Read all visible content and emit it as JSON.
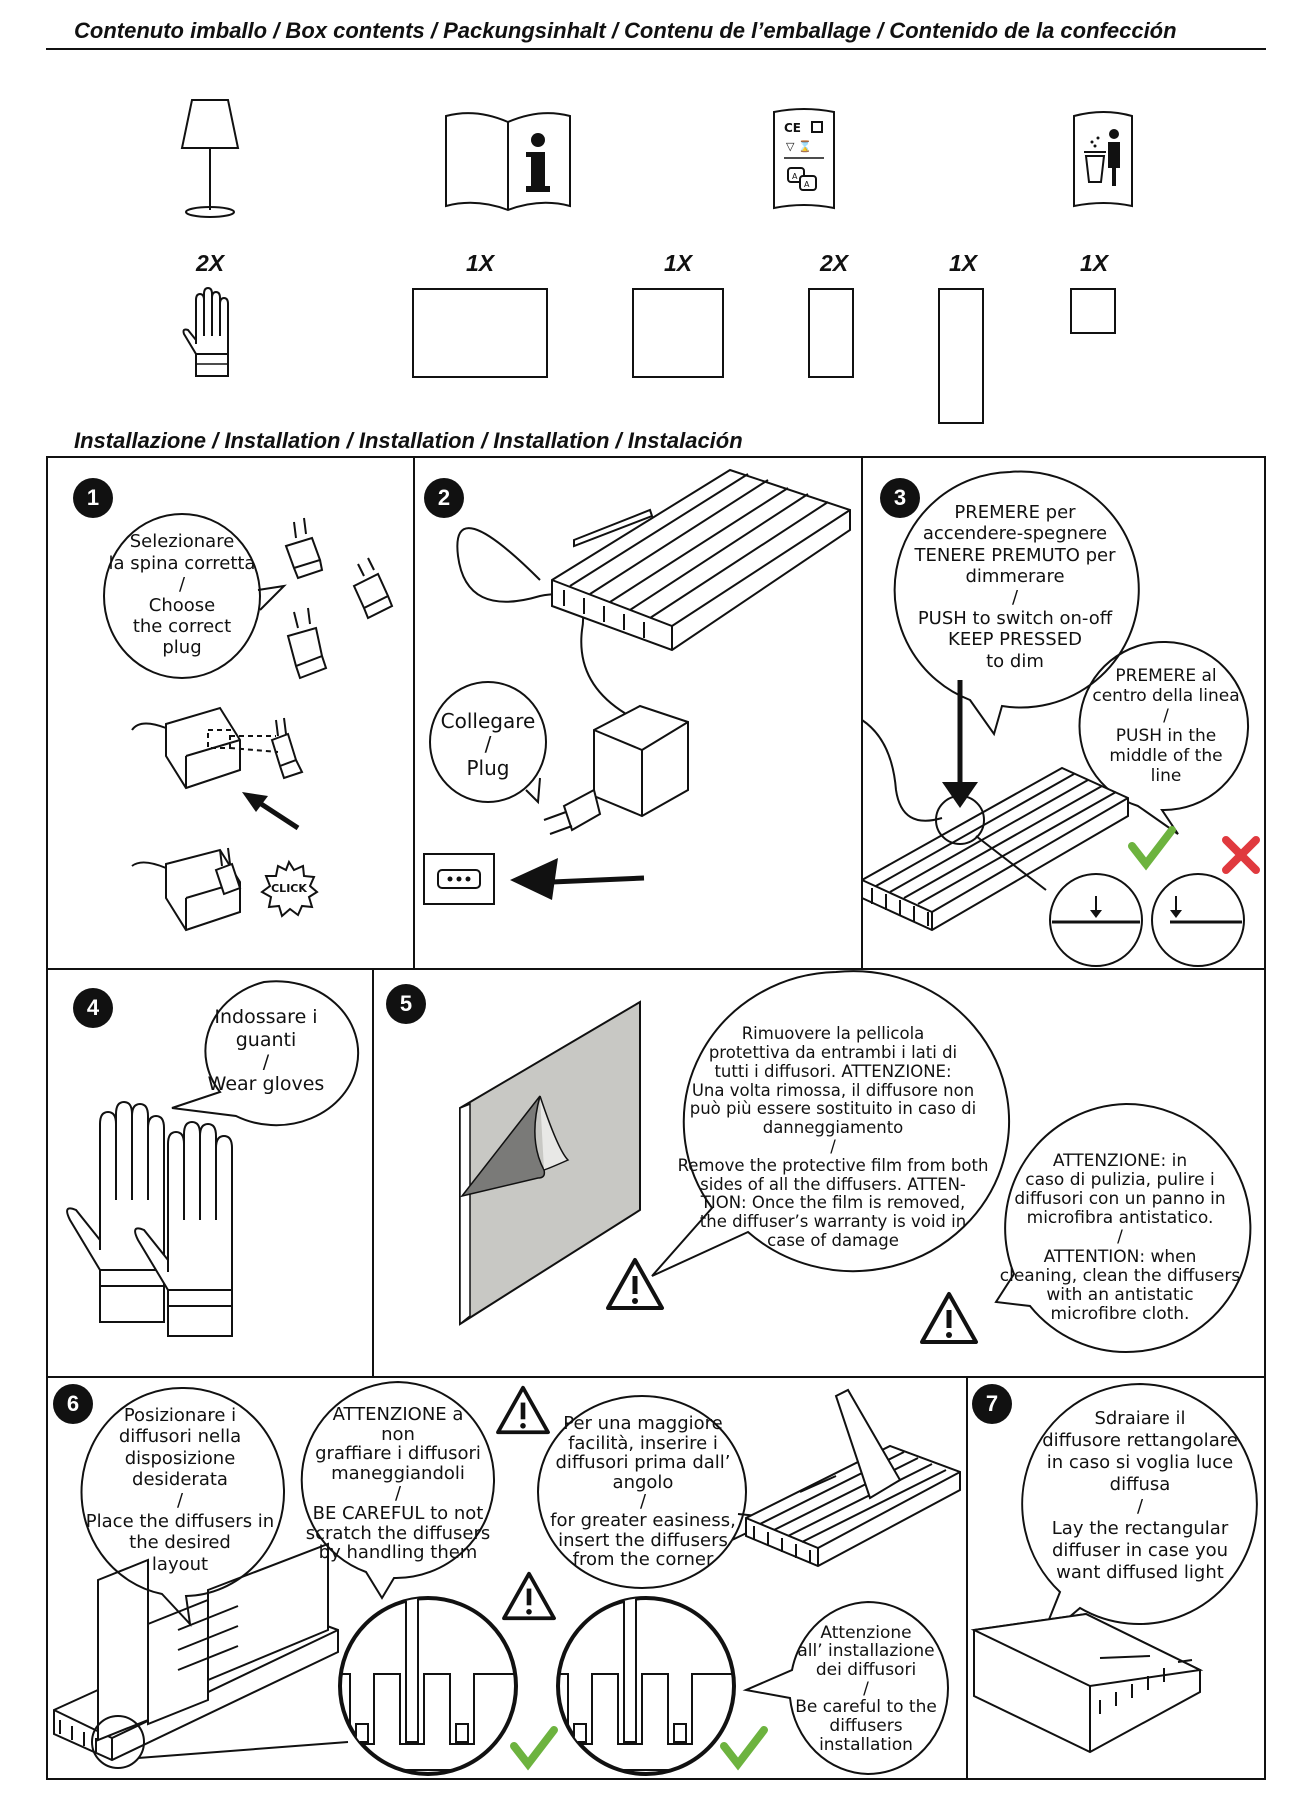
{
  "box_contents": {
    "heading": "Contenuto imballo / Box contents / Packungsinhalt / Contenu de l’emballage / Contenido de la confección",
    "quantities": [
      "2X",
      "1X",
      "1X",
      "2X",
      "1X",
      "1X"
    ]
  },
  "installation": {
    "heading": "Installazione / Installation / Installation / Installation / Instalación"
  },
  "steps": {
    "s1": {
      "num": "1",
      "bubble": [
        "Selezionare",
        "la spina corretta",
        "/",
        "Choose",
        "the correct",
        "plug"
      ],
      "click": "CLICK"
    },
    "s2": {
      "num": "2",
      "bubble": [
        "Collegare",
        "/",
        "Plug"
      ]
    },
    "s3": {
      "num": "3",
      "bubble_a": [
        "PREMERE per",
        "accendere-spegnere",
        "TENERE PREMUTO per",
        "dimmerare",
        "/",
        "PUSH to switch on-off",
        "KEEP PRESSED",
        "to dim"
      ],
      "bubble_b": [
        "PREMERE al",
        "centro della linea",
        "/",
        "PUSH in the",
        "middle of the",
        "line"
      ]
    },
    "s4": {
      "num": "4",
      "bubble": [
        "Indossare i",
        "guanti",
        "/",
        "Wear gloves"
      ]
    },
    "s5": {
      "num": "5",
      "bubble_a": [
        "Rimuovere la pellicola",
        "protettiva da entrambi i lati di",
        "tutti i diffusori. ATTENZIONE:",
        "Una volta rimossa, il diffusore non",
        "può più essere sostituito in caso di",
        "danneggiamento",
        "/",
        "Remove the protective film from both",
        "sides of all the diffusers. ATTEN-",
        "TION: Once the film is removed,",
        "the diffuser’s warranty is void in",
        "case of damage"
      ],
      "bubble_b": [
        "ATTENZIONE: in",
        "caso di pulizia, pulire i",
        "diffusori con un panno in",
        "microfibra antistatico.",
        "/",
        "ATTENTION: when",
        "cleaning, clean the diffusers",
        "with an antistatic",
        "microfibre cloth."
      ]
    },
    "s6": {
      "num": "6",
      "bubble_a": [
        "Posizionare i",
        "diffusori nella",
        "disposizione desiderata",
        "/",
        "Place the diffusers in",
        "the desired",
        "layout"
      ],
      "bubble_b": [
        "ATTENZIONE a",
        "non",
        "graffiare i diffusori",
        "maneggiandoli",
        "/",
        "BE CAREFUL to not",
        "scratch the diffusers",
        "by handling them"
      ],
      "bubble_c": [
        "Per una maggiore",
        "facilità, inserire i",
        "diffusori prima dall’",
        "angolo",
        "/",
        "for greater easiness,",
        "insert the diffusers",
        "from the corner"
      ],
      "bubble_d": [
        "Attenzione",
        "all’ installazione",
        "dei diffusori",
        "/",
        "Be careful to the",
        "diffusers",
        "installation"
      ]
    },
    "s7": {
      "num": "7",
      "bubble": [
        "Sdraiare il",
        "diffusore rettangolare",
        "in caso si voglia luce",
        "diffusa",
        "/",
        "Lay the rectangular",
        "diffuser in case you",
        "want diffused light"
      ]
    }
  },
  "colors": {
    "check": "#6db33f",
    "cross": "#e0393e",
    "film": "#c8c8c4",
    "film_dark": "#7a7a78"
  },
  "icons": [
    "table-lamp-icon",
    "info-manual-icon",
    "ce-certification-leaflet-icon",
    "weee-disposal-leaflet-icon",
    "glove-icon",
    "click-icon",
    "warning-triangle-icon",
    "checkmark-icon",
    "cross-icon",
    "power-socket-icon"
  ]
}
